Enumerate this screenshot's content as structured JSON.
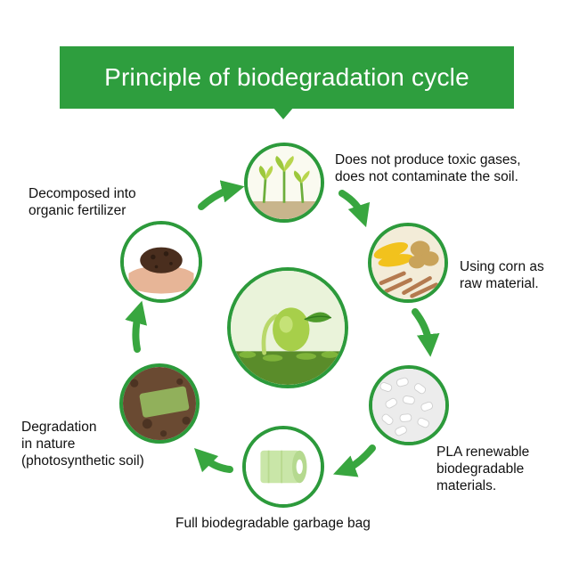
{
  "title": "Principle of biodegradation cycle",
  "colors": {
    "brand_green": "#2e9e3e",
    "circle_border": "#2c9a3b",
    "arrow_green": "#38a63f",
    "text": "#111111"
  },
  "steps": [
    {
      "icon": "seedlings-icon",
      "label": "Does not produce toxic gases,\ndoes not contaminate the soil."
    },
    {
      "icon": "corn-potato-icon",
      "label": "Using corn as\nraw material."
    },
    {
      "icon": "pla-pellets-icon",
      "label": "PLA  renewable\nbiodegradable\nmaterials."
    },
    {
      "icon": "garbage-bag-roll-icon",
      "label": "Full biodegradable garbage bag"
    },
    {
      "icon": "photosynthetic-soil-icon",
      "label": "Degradation\nin nature\n(photosynthetic soil)"
    },
    {
      "icon": "hands-soil-icon",
      "label": "Decomposed into\norganic fertilizer"
    }
  ],
  "center_icon": "sprouting-seed-icon"
}
